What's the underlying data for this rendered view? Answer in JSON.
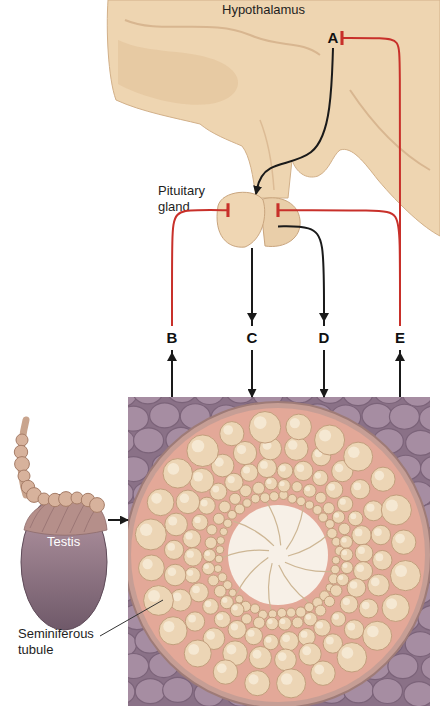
{
  "diagram": {
    "nodes": [
      {
        "text": [
          "Hypothalamus"
        ]
      },
      {
        "text": [
          "A"
        ],
        "in": 0
      },
      {
        "text": [
          "Pituitary gland"
        ]
      },
      {
        "text": [
          "Testis"
        ]
      },
      {
        "text": [
          "Seminiferous tubule"
        ]
      }
    ],
    "edges": [
      {
        "from": 1,
        "to": 2,
        "arrow": "to"
      },
      {
        "from": 2,
        "to": 4,
        "label": "C",
        "arrow": "to"
      },
      {
        "from": 2,
        "to": 4,
        "label": "D",
        "arrow": "to"
      },
      {
        "from": 4,
        "to": 2,
        "label": "B",
        "arrow": "to"
      },
      {
        "from": 4,
        "to": 1,
        "label": "E",
        "arrow": "to"
      },
      {
        "from": 4,
        "to": 2,
        "arrow": "to"
      },
      {
        "from": 3,
        "to": 4,
        "arrow": "to"
      }
    ]
  }
}
